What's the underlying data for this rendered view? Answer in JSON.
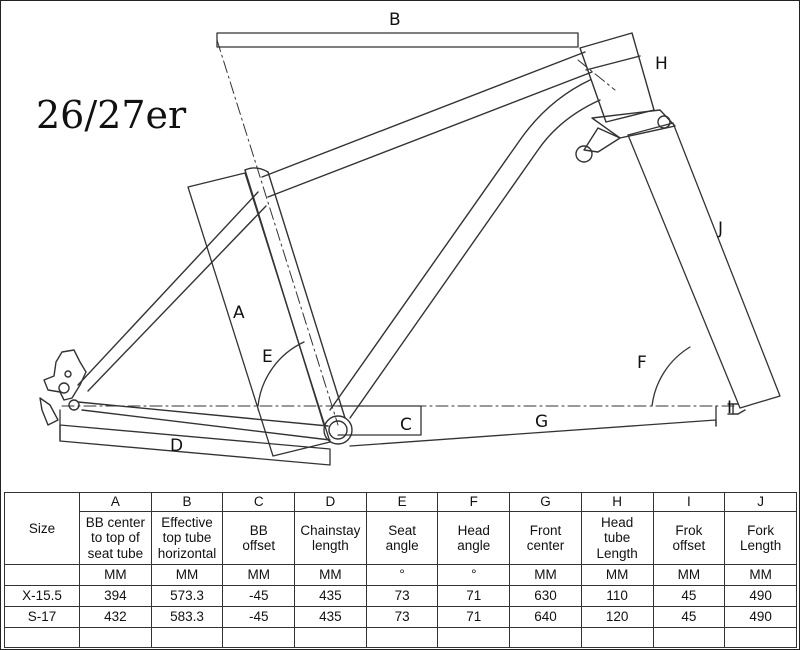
{
  "diagram": {
    "model_label": "26/27er",
    "labels": {
      "A": "A",
      "B": "B",
      "C": "C",
      "D": "D",
      "E": "E",
      "F": "F",
      "G": "G",
      "H": "H",
      "I": "I",
      "J": "J"
    }
  },
  "table": {
    "size_header": "Size",
    "columns": [
      {
        "letter": "A",
        "desc": [
          "BB center",
          "to top of",
          "seat tube"
        ],
        "unit": "MM"
      },
      {
        "letter": "B",
        "desc": [
          "Effective",
          "top tube",
          "horizontal"
        ],
        "unit": "MM"
      },
      {
        "letter": "C",
        "desc": [
          "BB",
          "offset"
        ],
        "unit": "MM"
      },
      {
        "letter": "D",
        "desc": [
          "Chainstay",
          "length"
        ],
        "unit": "MM"
      },
      {
        "letter": "E",
        "desc": [
          "Seat",
          "angle"
        ],
        "unit": "°"
      },
      {
        "letter": "F",
        "desc": [
          "Head",
          "angle"
        ],
        "unit": "°"
      },
      {
        "letter": "G",
        "desc": [
          "Front",
          "center"
        ],
        "unit": "MM"
      },
      {
        "letter": "H",
        "desc": [
          "Head",
          "tube",
          "Length"
        ],
        "unit": "MM"
      },
      {
        "letter": "I",
        "desc": [
          "Frok",
          "offset"
        ],
        "unit": "MM"
      },
      {
        "letter": "J",
        "desc": [
          "Fork",
          "Length"
        ],
        "unit": "MM"
      }
    ],
    "rows": [
      {
        "size": "X-15.5",
        "values": [
          "394",
          "573.3",
          "-45",
          "435",
          "73",
          "71",
          "630",
          "110",
          "45",
          "490"
        ]
      },
      {
        "size": "S-17",
        "values": [
          "432",
          "583.3",
          "-45",
          "435",
          "73",
          "71",
          "640",
          "120",
          "45",
          "490"
        ]
      }
    ]
  }
}
